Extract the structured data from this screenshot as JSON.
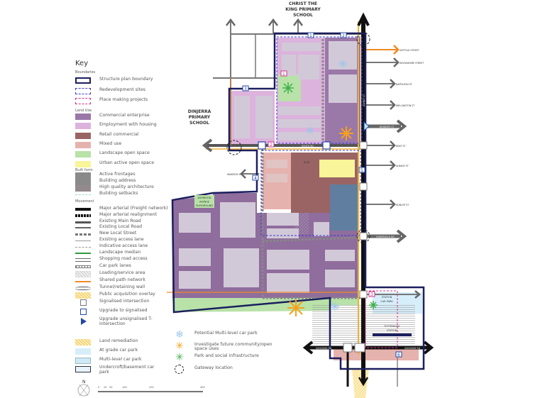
{
  "key": {
    "title": "Key",
    "sections": {
      "boundaries": "Boundaries",
      "land_use": "Land Use",
      "built_form": "Built form",
      "movement": "Movement"
    },
    "items": [
      {
        "label": "Structure plan boundary",
        "swatch": "boundary-solid",
        "color": "#1b1f5e"
      },
      {
        "label": "Redevelopment sites",
        "swatch": "boundary-dash-blue",
        "color": "#3b3bd0"
      },
      {
        "label": "Place making projects",
        "swatch": "boundary-dash-pink",
        "color": "#d0338a"
      },
      {
        "label": "Commercial enterprise",
        "swatch": "fill",
        "color": "#9a78a8"
      },
      {
        "label": "Employment with housing",
        "swatch": "fill",
        "color": "#dcb3dd"
      },
      {
        "label": "Retail commercial",
        "swatch": "fill",
        "color": "#9a6464"
      },
      {
        "label": "Mixed use",
        "swatch": "fill",
        "color": "#e6b2ae"
      },
      {
        "label": "Landscape open space",
        "swatch": "fill",
        "color": "#b8e2a8"
      },
      {
        "label": "Urban active open space",
        "swatch": "fill",
        "color": "#f8f59a"
      },
      {
        "label": "Active frontages",
        "swatch": "fill",
        "color": "#8a8a8a"
      },
      {
        "label": "Building address",
        "swatch": "fill",
        "color": "#8a8a8a"
      },
      {
        "label": "High quality architecture",
        "swatch": "fill",
        "color": "#938a8e"
      },
      {
        "label": "Building setbacks",
        "swatch": "dash-line",
        "color": "#9fd6c2"
      },
      {
        "label": "Major arterial (Freight network)",
        "swatch": "thick-line",
        "color": "#111111"
      },
      {
        "label": "Major arterial realignment",
        "swatch": "dashed-thick",
        "color": "#111111"
      },
      {
        "label": "Existing Main Road",
        "swatch": "medium-line",
        "color": "#555555"
      },
      {
        "label": "Existing Local Road",
        "swatch": "thin-line",
        "color": "#666666"
      },
      {
        "label": "New Local Street",
        "swatch": "dashed-medium",
        "color": "#777777"
      },
      {
        "label": "Existing access lane",
        "swatch": "hair-line",
        "color": "#999999"
      },
      {
        "label": "Indicative access lane",
        "swatch": "dash-line",
        "color": "#999999"
      },
      {
        "label": "Landscape median",
        "swatch": "thin-line",
        "color": "#2e9a3e"
      },
      {
        "label": "Shopping road access",
        "swatch": "hollow-arrow",
        "color": "#666666"
      },
      {
        "label": "Car park lanes",
        "swatch": "ladder",
        "color": "#777777"
      },
      {
        "label": "Loading/service area",
        "swatch": "hatch",
        "color": "#cccccc"
      },
      {
        "label": "Shared path network",
        "swatch": "orange-arrow",
        "color": "#f08a24"
      },
      {
        "label": "Tunnel/retaining wall",
        "swatch": "tunnel",
        "color": "#555555"
      },
      {
        "label": "Public acquisition overlay",
        "swatch": "hatch-yellow",
        "color": "#f9d67a"
      },
      {
        "label": "Signalised intersection",
        "swatch": "square-gray",
        "color": "#777777"
      },
      {
        "label": "Upgrade to signalised",
        "swatch": "square-blue",
        "color": "#2349a8"
      },
      {
        "label": "Upgrade unsignalised T-intersection",
        "swatch": "triangle-blue",
        "color": "#2349a8"
      },
      {
        "label": "Land remediation",
        "swatch": "hatch-yellow",
        "color": "#f9d67a"
      },
      {
        "label": "At grade car park",
        "swatch": "fill",
        "color": "#d6eefa"
      },
      {
        "label": "Multi-level car park",
        "swatch": "fill-border",
        "color": "#cfe9f8"
      },
      {
        "label": "Undercroft/basement car park",
        "swatch": "fill-dark-border",
        "color": "#e8f4fb"
      }
    ],
    "symbols": [
      {
        "label": "Potential Multi-level car park",
        "icon": "snowflake-icon",
        "color": "#9ec8ea"
      },
      {
        "label": "Investigate future community/open space uses",
        "icon": "asterisk-icon",
        "color": "#f7a11c"
      },
      {
        "label": "Park and social infrastructure",
        "icon": "asterisk-icon",
        "color": "#3db049"
      },
      {
        "label": "Gateway  location",
        "icon": "dashed-circle-icon",
        "color": "#222222"
      }
    ],
    "north": "N",
    "scale_ticks": [
      "0",
      "25",
      "50",
      "100",
      "200",
      "400"
    ]
  },
  "map": {
    "labels": {
      "school_top": [
        "CHRIST THE",
        "KING PRIMARY",
        "SCHOOL"
      ],
      "school_left": [
        "DINJERRA",
        "PRIMARY",
        "SCHOOL"
      ],
      "playground": [
        "ASHWOOD",
        "AVENUE",
        "PLAYGROUND"
      ],
      "station": [
        "TOTTENHAM",
        "STATION"
      ],
      "station_car_park": [
        "STATION",
        "CAR PARK"
      ],
      "acw": "ACW"
    },
    "streets": {
      "suffolk": "SUFFOLK STREET",
      "devonshire": "DEVONSHIRE STREET",
      "napoleon": "NAPOLEON ST",
      "wellington": "WELLINGTON ST",
      "bunbury": "BUNBURY ST",
      "kent": "KENT ST",
      "albany": "ALBANY ST",
      "dunlop": "DUNLOP ST",
      "somerville": "SOMERVILLE RD",
      "south": "SOUTH RD",
      "windsor": "WINDSOR ST",
      "sunshine_w": "SUNSHINE RD",
      "sunshine_e": "SUNSHINE RD",
      "ashley": "ASHLEY ST"
    },
    "site_numbers": [
      "1",
      "2",
      "3",
      "4",
      "5",
      "6"
    ],
    "place_numbers": [
      "1",
      "2",
      "3"
    ]
  }
}
